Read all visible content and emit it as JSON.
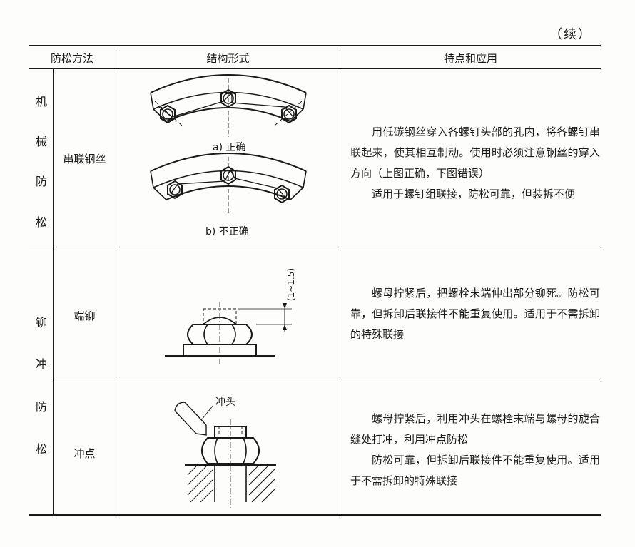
{
  "continued": "（续）",
  "header": {
    "method": "防松方法",
    "structure": "结构形式",
    "features": "特点和应用"
  },
  "groups": [
    {
      "category_chars": [
        "机",
        "械",
        "防",
        "松"
      ]
    },
    {
      "category_chars": [
        "铆",
        "冲",
        "防",
        "松"
      ]
    }
  ],
  "rows": [
    {
      "method": "串联钢丝",
      "captions": [
        "a) 正确",
        "b) 不正确"
      ],
      "paragraphs": [
        "用低碳钢丝穿入各螺钉头部的孔内，将各螺钉串联起来，使其相互制动。使用时必须注意钢丝的穿入方向（上图正确，下图错误）",
        "适用于螺钉组联接，防松可靠，但装拆不便"
      ]
    },
    {
      "method": "端铆",
      "dimension": "(1~1.5)",
      "paragraphs": [
        "螺母拧紧后，把螺栓末端伸出部分铆死。防松可靠，但拆卸后联接件不能重复使用。适用于不需拆卸的特殊联接"
      ]
    },
    {
      "method": "冲点",
      "callout": "冲头",
      "paragraphs": [
        "螺母拧紧后，利用冲头在螺栓末端与螺母的旋合缝处打冲，利用冲点防松",
        "防松可靠，但拆卸后联接件不能重复使用。适用于不需拆卸的特殊联接"
      ]
    }
  ]
}
